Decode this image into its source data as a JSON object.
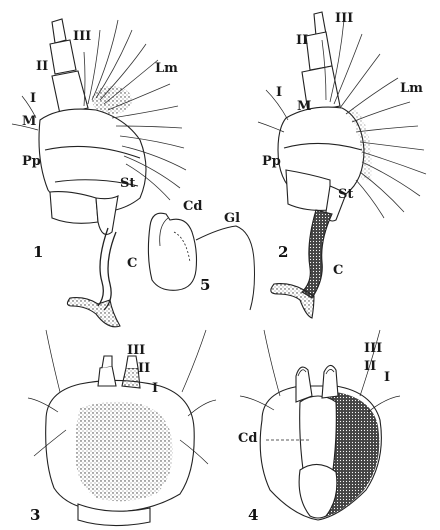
{
  "figure_numbers": [
    "1",
    "2",
    "3",
    "4",
    "5"
  ],
  "fig1": {
    "III": "III",
    "II": "II",
    "I": "I",
    "M": "M",
    "Lm": "Lm",
    "Pp": "Pp",
    "St": "St",
    "C": "C"
  },
  "fig2": {
    "III": "III",
    "II": "II",
    "I": "I",
    "M": "M",
    "Lm": "Lm",
    "Pp": "Pp",
    "St": "St",
    "C": "C"
  },
  "fig3": {
    "III": "III",
    "II": "II",
    "I": "I"
  },
  "fig4": {
    "III": "III",
    "II": "II",
    "I": "I",
    "Cd": "Cd"
  },
  "fig5": {
    "Cd": "Cd",
    "Gl": "Gl"
  }
}
